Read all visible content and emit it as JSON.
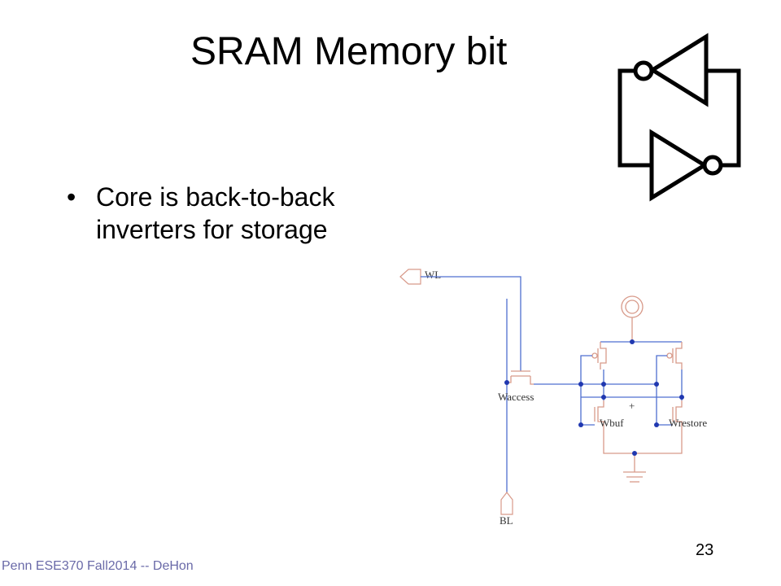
{
  "slide": {
    "title": "SRAM Memory bit",
    "bullets": [
      {
        "marker": "•",
        "text": "Core is back-to-back inverters for storage"
      }
    ],
    "footer": "Penn ESE370 Fall2014 -- DeHon",
    "page_number": "23"
  },
  "schematic": {
    "labels": {
      "wordline": "WL",
      "bitline": "BL",
      "access_transistor": "Waccess",
      "buffer_transistor": "Wbuf",
      "restore_transistor": "Wrestore",
      "node_marker": "+"
    },
    "colors": {
      "signal_wire": "#4f6fd0",
      "device": "#d89a8a",
      "junction": "#2038b0",
      "outline": "#000000"
    }
  }
}
